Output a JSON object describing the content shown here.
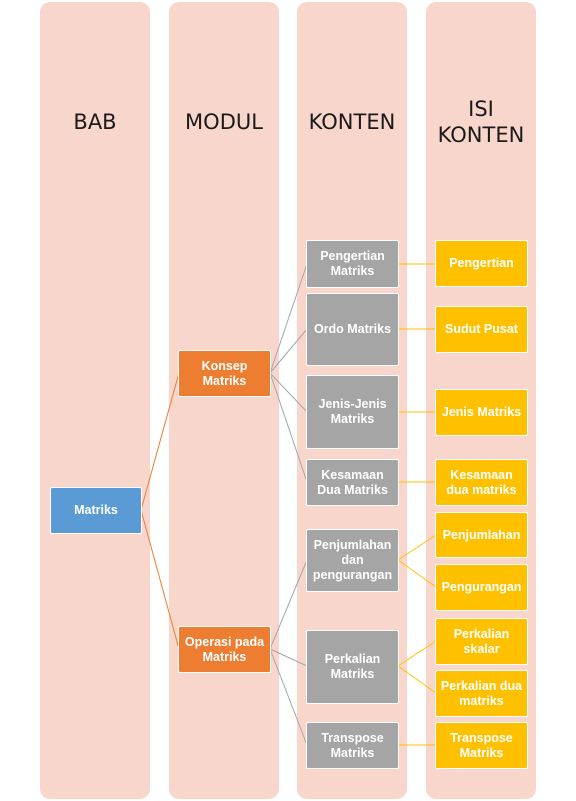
{
  "headers": {
    "bab": "BAB",
    "modul": "MODUL",
    "konten": "KONTEN",
    "isi_konten": "ISI\nKONTEN"
  },
  "bab": {
    "label": "Matriks"
  },
  "modul": [
    {
      "label": "Konsep\nMatriks"
    },
    {
      "label": "Operasi pada\nMatriks"
    }
  ],
  "konten": [
    {
      "label": "Pengertian\nMatriks"
    },
    {
      "label": "Ordo Matriks"
    },
    {
      "label": "Jenis-Jenis\nMatriks"
    },
    {
      "label": "Kesamaan\nDua Matriks"
    },
    {
      "label": "Penjumlahan\ndan\npengurangan"
    },
    {
      "label": "Perkalian\nMatriks"
    },
    {
      "label": "Transpose\nMatriks"
    }
  ],
  "isi_konten": [
    {
      "label": "Pengertian"
    },
    {
      "label": "Sudut Pusat"
    },
    {
      "label": "Jenis Matriks"
    },
    {
      "label": "Kesamaan\ndua matriks"
    },
    {
      "label": "Penjumlahan"
    },
    {
      "label": "Pengurangan"
    },
    {
      "label": "Perkalian\nskalar"
    },
    {
      "label": "Perkalian dua\nmatriks"
    },
    {
      "label": "Transpose\nMatriks"
    }
  ],
  "colors": {
    "column_bg": "#f8d6cc",
    "bab_node": "#5b9bd5",
    "modul_node": "#ed7d31",
    "konten_node": "#a5a5a5",
    "isi_node": "#ffc000",
    "orange_link": "#ed7d31",
    "gray_link": "#a5a5a5",
    "gold_link": "#ffc000"
  }
}
